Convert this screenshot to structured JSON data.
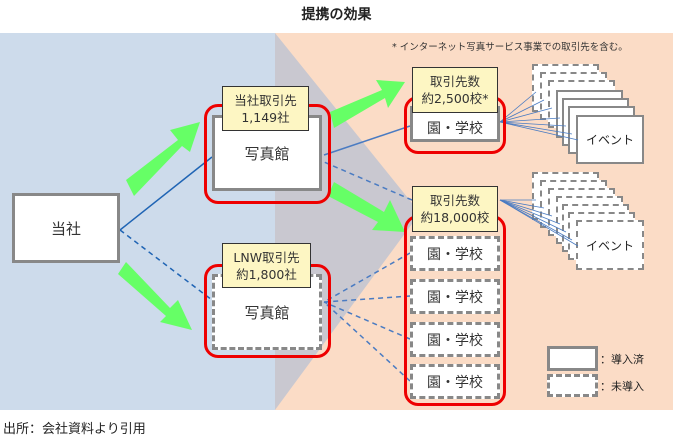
{
  "title": "提携の効果",
  "note": "* インターネット写真サービス事業での取引先を含む。",
  "company": "当社",
  "upper_studio": {
    "label_line1": "当社取引先",
    "label_line2": "1,149社",
    "name": "写真館"
  },
  "lower_studio": {
    "label_line1": "LNW取引先",
    "label_line2": "約1,800社",
    "name": "写真館"
  },
  "upper_schools": {
    "label_line1": "取引先数",
    "label_line2": "約2,500校*",
    "school": "園・学校"
  },
  "lower_schools": {
    "label_line1": "取引先数",
    "label_line2": "約18,000校",
    "schools": [
      "園・学校",
      "園・学校",
      "園・学校",
      "園・学校"
    ]
  },
  "event": "イベント",
  "legend": {
    "adopted": "：導入済",
    "not_adopted": "：未導入"
  },
  "source": "出所：会社資料より引用",
  "colors": {
    "left_bg": "#cddbeb",
    "mid_bg": "#c9c8d0",
    "right_bg": "#fbdcc6",
    "arrow": "#66ff66",
    "highlight": "#e00000",
    "line": "#4472c4"
  }
}
